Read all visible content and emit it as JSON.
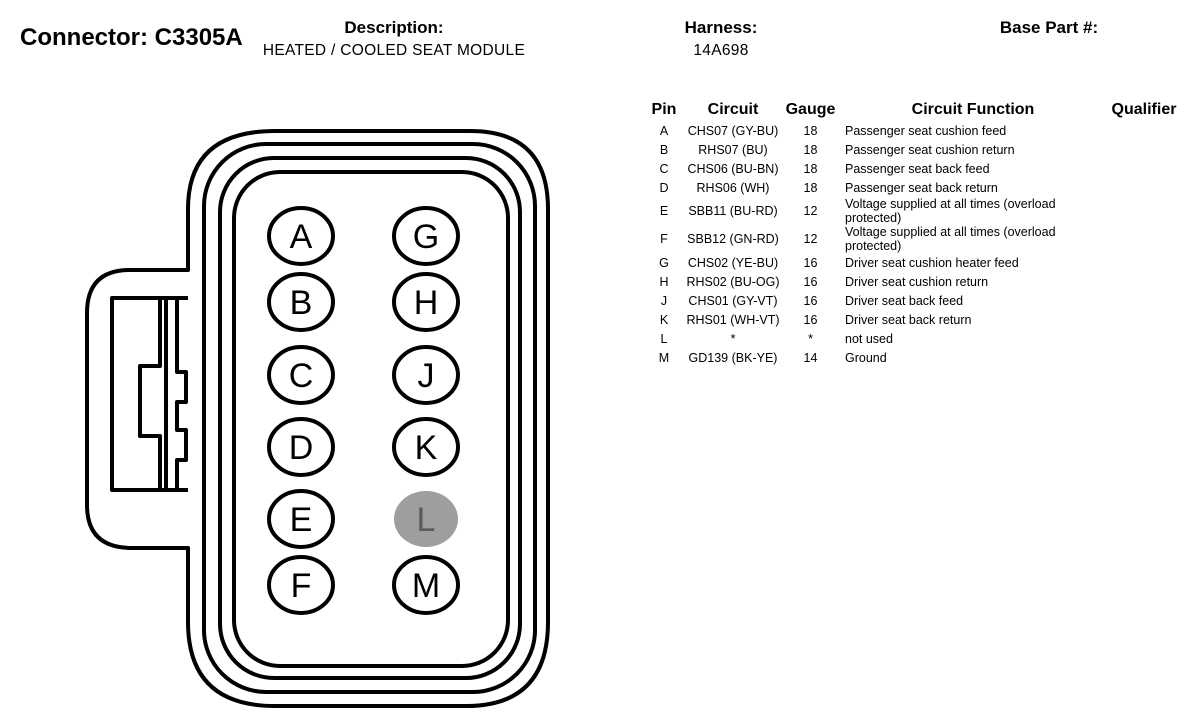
{
  "connector": {
    "label": "Connector: C3305A"
  },
  "description": {
    "label": "Description:",
    "value": "HEATED / COOLED SEAT MODULE"
  },
  "harness": {
    "label": "Harness:",
    "value": "14A698"
  },
  "base_part": {
    "label": "Base Part #:",
    "value": ""
  },
  "table": {
    "headers": {
      "pin": "Pin",
      "circuit": "Circuit",
      "gauge": "Gauge",
      "function": "Circuit Function",
      "qualifier": "Qualifier"
    },
    "rows": [
      {
        "pin": "A",
        "circuit": "CHS07 (GY-BU)",
        "gauge": "18",
        "function": "Passenger seat cushion feed"
      },
      {
        "pin": "B",
        "circuit": "RHS07 (BU)",
        "gauge": "18",
        "function": "Passenger seat cushion return"
      },
      {
        "pin": "C",
        "circuit": "CHS06 (BU-BN)",
        "gauge": "18",
        "function": "Passenger seat back feed"
      },
      {
        "pin": "D",
        "circuit": "RHS06 (WH)",
        "gauge": "18",
        "function": "Passenger seat back return"
      },
      {
        "pin": "E",
        "circuit": "SBB11 (BU-RD)",
        "gauge": "12",
        "function": "Voltage supplied at all times (overload protected)"
      },
      {
        "pin": "F",
        "circuit": "SBB12 (GN-RD)",
        "gauge": "12",
        "function": "Voltage supplied at all times (overload protected)"
      },
      {
        "pin": "G",
        "circuit": "CHS02 (YE-BU)",
        "gauge": "16",
        "function": "Driver seat cushion heater feed"
      },
      {
        "pin": "H",
        "circuit": "RHS02 (BU-OG)",
        "gauge": "16",
        "function": "Driver seat cushion return"
      },
      {
        "pin": "J",
        "circuit": "CHS01 (GY-VT)",
        "gauge": "16",
        "function": "Driver seat back feed"
      },
      {
        "pin": "K",
        "circuit": "RHS01 (WH-VT)",
        "gauge": "16",
        "function": "Driver seat back return"
      },
      {
        "pin": "L",
        "circuit": "*",
        "gauge": "*",
        "function": "not used"
      },
      {
        "pin": "M",
        "circuit": "GD139 (BK-YE)",
        "gauge": "14",
        "function": "Ground"
      }
    ]
  },
  "diagram": {
    "pins": [
      {
        "label": "A",
        "used": true
      },
      {
        "label": "B",
        "used": true
      },
      {
        "label": "C",
        "used": true
      },
      {
        "label": "D",
        "used": true
      },
      {
        "label": "E",
        "used": true
      },
      {
        "label": "F",
        "used": true
      },
      {
        "label": "G",
        "used": true
      },
      {
        "label": "H",
        "used": true
      },
      {
        "label": "J",
        "used": true
      },
      {
        "label": "K",
        "used": true
      },
      {
        "label": "L",
        "used": false
      },
      {
        "label": "M",
        "used": true
      }
    ],
    "colors": {
      "outline": "#000000",
      "unused_fill": "#9e9e9e",
      "unused_text": "#5a5a5a"
    }
  }
}
